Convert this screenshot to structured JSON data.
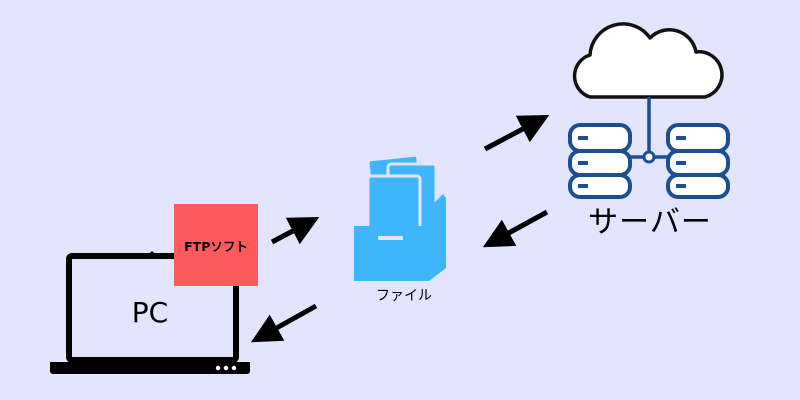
{
  "labels": {
    "pc": "PC",
    "ftp_software": "FTPソフト",
    "file": "ファイル",
    "server": "サーバー"
  },
  "colors": {
    "background": "#e2e5fd",
    "ftp_box": "#fe5a5e",
    "folder": "#3fb5fb",
    "server_stroke": "#1c4f8f",
    "arrow": "#000000"
  },
  "icons": {
    "pc": "laptop-icon",
    "file": "file-box-icon",
    "server": "cloud-server-icon"
  }
}
